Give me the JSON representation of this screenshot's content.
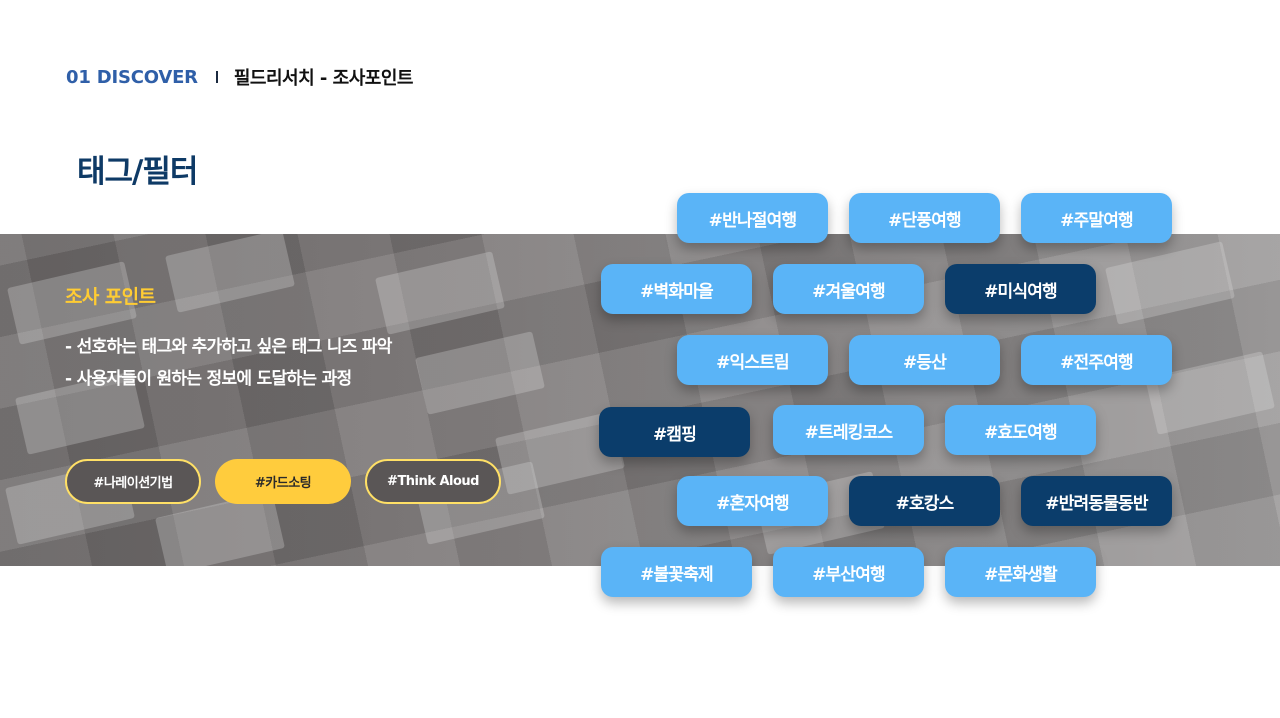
{
  "header": {
    "section": "01 DISCOVER",
    "subtitle": "필드리서치 - 조사포인트"
  },
  "page_title": "태그/필터",
  "research": {
    "title": "조사 포인트",
    "points": [
      "- 선호하는 태그와 추가하고 싶은 태그 니즈 파악",
      "- 사용자들이 원하는 정보에 도달하는 과정"
    ],
    "methods": [
      "#나레이션기법",
      "#카드소팅",
      "#Think Aloud"
    ]
  },
  "tags": [
    "#반나절여행",
    "#단풍여행",
    "#주말여행",
    "#벽화마을",
    "#겨울여행",
    "#미식여행",
    "#익스트림",
    "#등산",
    "#전주여행",
    "#캠핑",
    "#트레킹코스",
    "#효도여행",
    "#혼자여행",
    "#호캉스",
    "#반려동물동반",
    "#불꽃축제",
    "#부산여행",
    "#문화생활"
  ],
  "colors": {
    "tag_light": "#5ab4f7",
    "tag_dark": "#0b3d6b",
    "accent_yellow": "#ffcc3d",
    "title_navy": "#0e3a66",
    "section_blue": "#2f5fa8"
  }
}
